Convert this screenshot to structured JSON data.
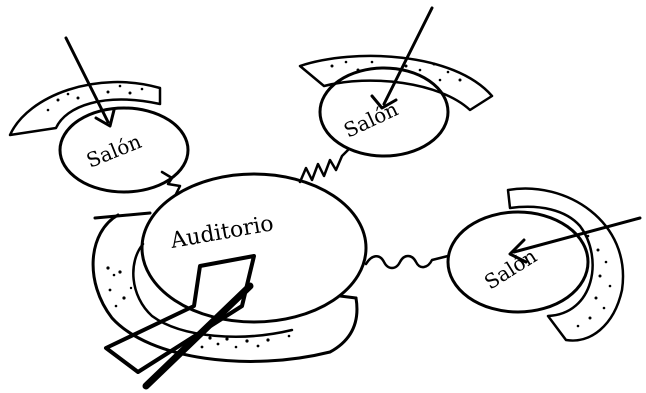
{
  "nodes": {
    "central": {
      "label": "Auditorio"
    },
    "salon_left": {
      "label": "Salón"
    },
    "salon_top": {
      "label": "Salón"
    },
    "salon_right": {
      "label": "Salón"
    }
  },
  "colors": {
    "ink": "#000000",
    "paper": "#ffffff"
  }
}
